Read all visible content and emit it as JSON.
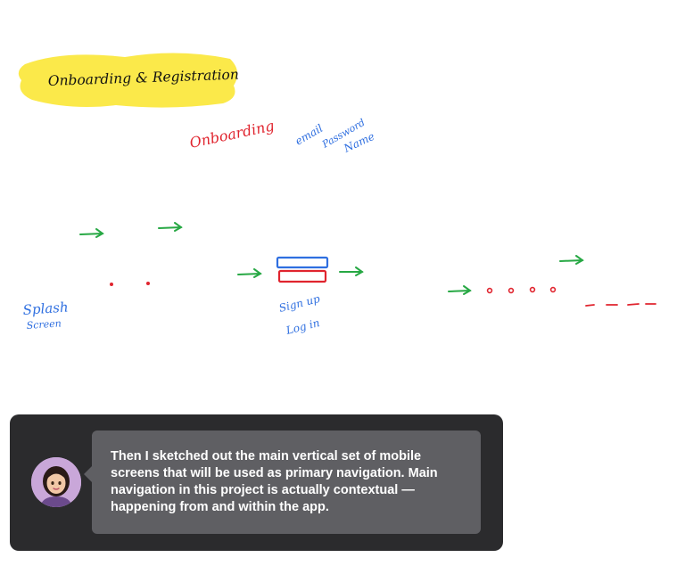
{
  "board": {
    "title": "Onboarding & Registration",
    "notes": {
      "onboarding": "Onboarding",
      "email": "email",
      "password": "Password",
      "name": "Name",
      "splash": "Splash",
      "screen": "Screen",
      "signup": "Sign up",
      "login": "Log in"
    },
    "colors": {
      "highlight": "#fbe94a",
      "red": "#e0242e",
      "blue": "#2f6fe0",
      "green": "#27a844",
      "ink": "#111111"
    }
  },
  "narration": {
    "avatar": "avatar-icon",
    "caption": "Then I sketched out the main vertical set of mobile screens that will be used as primary navigation. Main navigation in this project is actually contextual — happening from and within the app."
  }
}
